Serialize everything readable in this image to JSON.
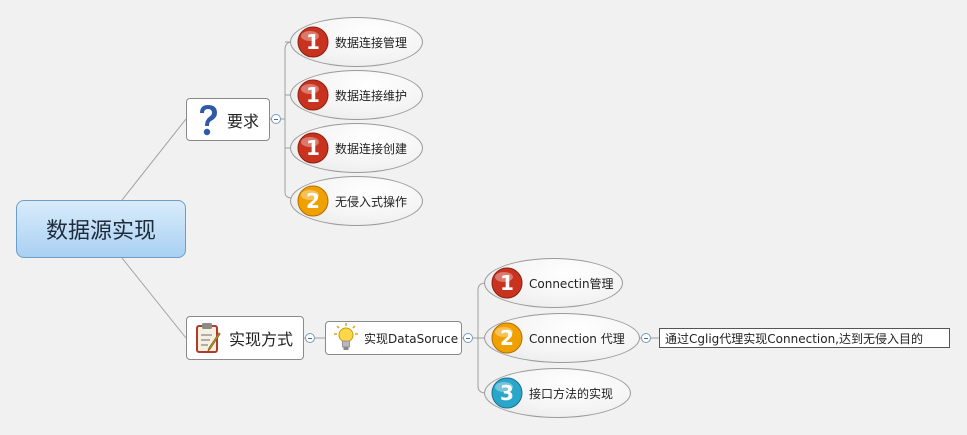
{
  "root": {
    "label": "数据源实现"
  },
  "branches": {
    "requirements": {
      "label": "要求",
      "icon": "question-mark-icon",
      "items": [
        {
          "label": "数据连接管理",
          "priority": "1",
          "badge_color": "#c8321e"
        },
        {
          "label": "数据连接维护",
          "priority": "1",
          "badge_color": "#c8321e"
        },
        {
          "label": "数据连接创建",
          "priority": "1",
          "badge_color": "#c8321e"
        },
        {
          "label": "无侵入式操作",
          "priority": "2",
          "badge_color": "#f0a000"
        }
      ]
    },
    "implementation": {
      "label": "实现方式",
      "icon": "clipboard-pencil-icon",
      "child": {
        "label": "实现DataSoruce",
        "icon": "lightbulb-icon",
        "items": [
          {
            "label": "Connectin管理",
            "priority": "1",
            "badge_color": "#c8321e"
          },
          {
            "label": "Connection 代理",
            "priority": "2",
            "badge_color": "#f0a000",
            "note": "通过Cglig代理实现Connection,达到无侵入目的"
          },
          {
            "label": "接口方法的实现",
            "priority": "3",
            "badge_color": "#2aa6c8"
          }
        ]
      }
    }
  },
  "colors": {
    "connector": "#9a9a9a",
    "root_fill_top": "#d9ecfb",
    "root_fill_bottom": "#a9d0f2"
  }
}
